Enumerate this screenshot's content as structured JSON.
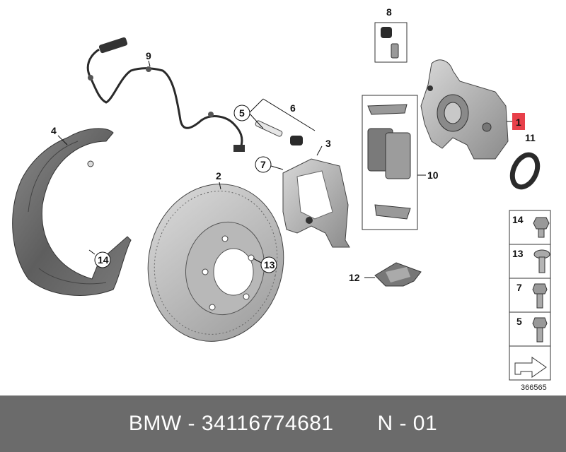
{
  "callouts": {
    "c1": "1",
    "c2": "2",
    "c3": "3",
    "c4": "4",
    "c5": "5",
    "c6": "6",
    "c7": "7",
    "c8": "8",
    "c9": "9",
    "c10": "10",
    "c11": "11",
    "c12": "12",
    "c13": "13",
    "c14": "14"
  },
  "legend": {
    "k14": "14",
    "k13": "13",
    "k7": "7",
    "k5": "5"
  },
  "diagram_id": "366565",
  "footer": {
    "brand": "BMW",
    "sep": " - ",
    "part_number": "34116774681",
    "position": "N - 01"
  },
  "colors": {
    "highlight": "#e8404a",
    "footer_bg": "#6b6b6b",
    "part_fill": "#c9c9c9"
  }
}
